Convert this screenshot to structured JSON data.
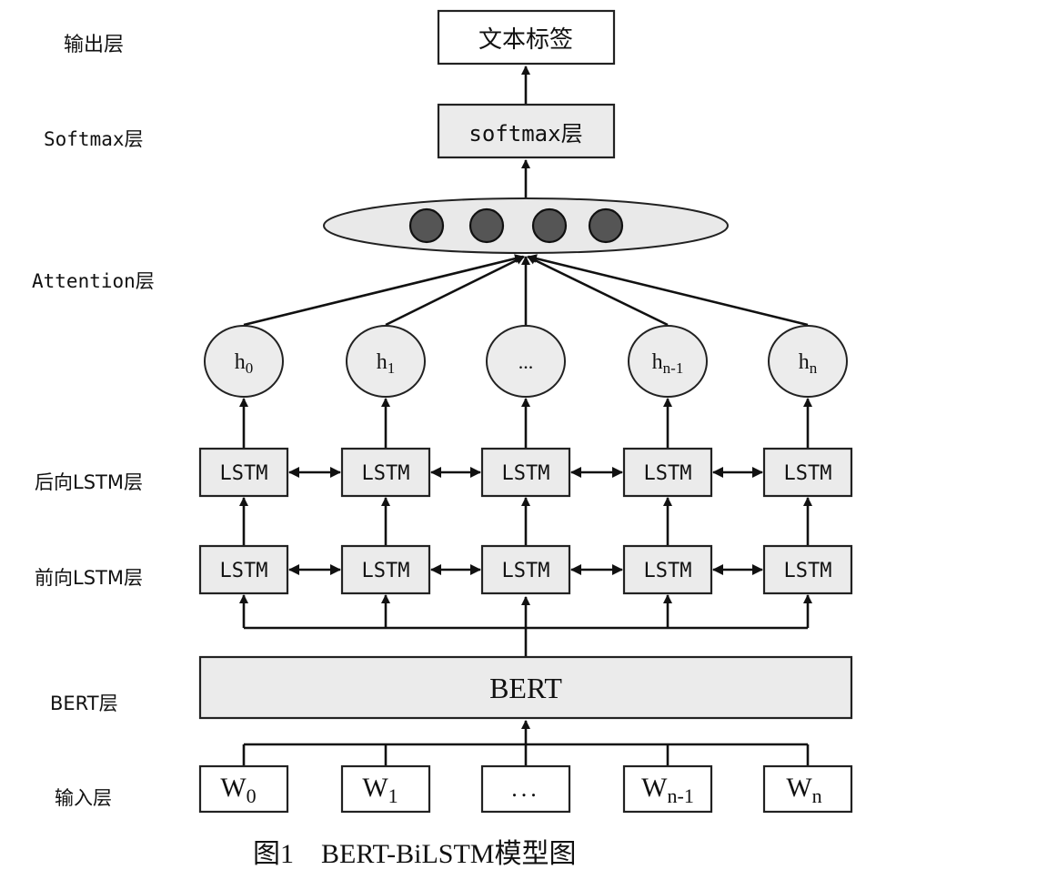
{
  "layers": {
    "output": "输出层",
    "softmax": "Softmax层",
    "attention": "Attention层",
    "backward_lstm": "后向LSTM层",
    "forward_lstm": "前向LSTM层",
    "bert": "BERT层",
    "input": "输入层"
  },
  "output_box": "文本标签",
  "softmax_box": "softmax层",
  "bert_box": "BERT",
  "lstm_label": "LSTM",
  "hidden": [
    {
      "base": "h",
      "sub": "0"
    },
    {
      "base": "h",
      "sub": "1"
    },
    {
      "base": "...",
      "sub": ""
    },
    {
      "base": "h",
      "sub": "n-1"
    },
    {
      "base": "h",
      "sub": "n"
    }
  ],
  "inputs": [
    {
      "base": "W",
      "sub": "0"
    },
    {
      "base": "W",
      "sub": "1"
    },
    {
      "base": "...",
      "sub": ""
    },
    {
      "base": "W",
      "sub": "n-1"
    },
    {
      "base": "W",
      "sub": "n"
    }
  ],
  "caption": "图1　BERT-BiLSTM模型图",
  "colors": {
    "box_fill": "#ebebeb",
    "stroke": "#222222",
    "dot_fill": "#555555"
  }
}
